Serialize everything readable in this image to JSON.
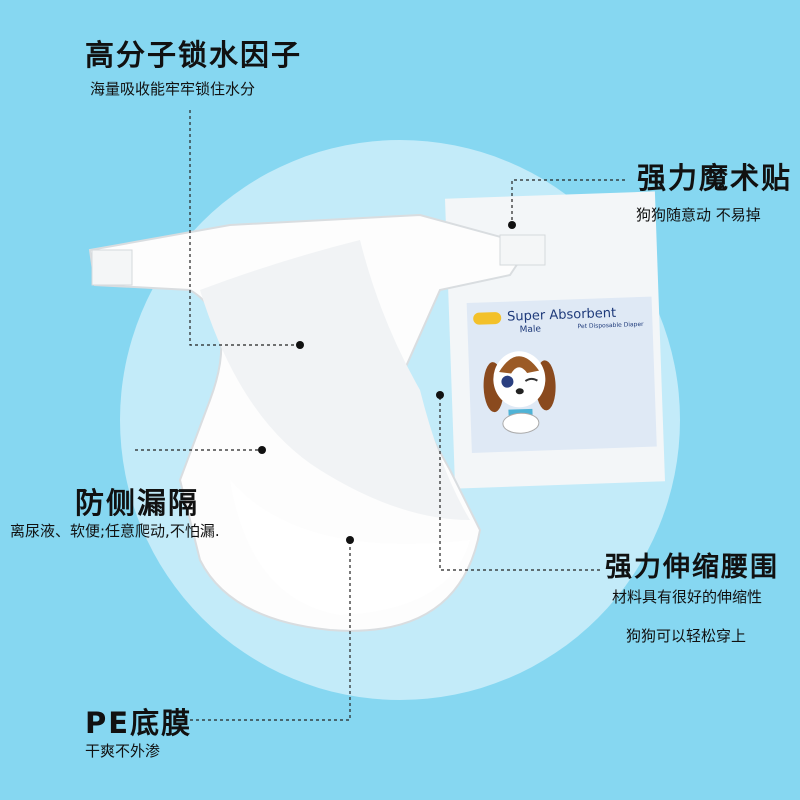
{
  "features": [
    {
      "title": "高分子锁水因子",
      "desc": "海量吸收能牢牢锁住水分"
    },
    {
      "title": "强力魔术贴",
      "desc": "狗狗随意动 不易掉"
    },
    {
      "title": "防侧漏隔",
      "desc": "离尿液、软便;任意爬动,不怕漏."
    },
    {
      "title": "强力伸缩腰围",
      "desc": "材料具有很好的伸缩性",
      "desc2": "狗狗可以轻松穿上"
    },
    {
      "title": "PE底膜",
      "desc": "干爽不外渗"
    }
  ],
  "package": {
    "title": "Super Absorbent",
    "variant": "Male",
    "desc": "Pet Disposable Diaper"
  },
  "colors": {
    "background": "#86d7f1",
    "circle": "#c3ebf9"
  }
}
